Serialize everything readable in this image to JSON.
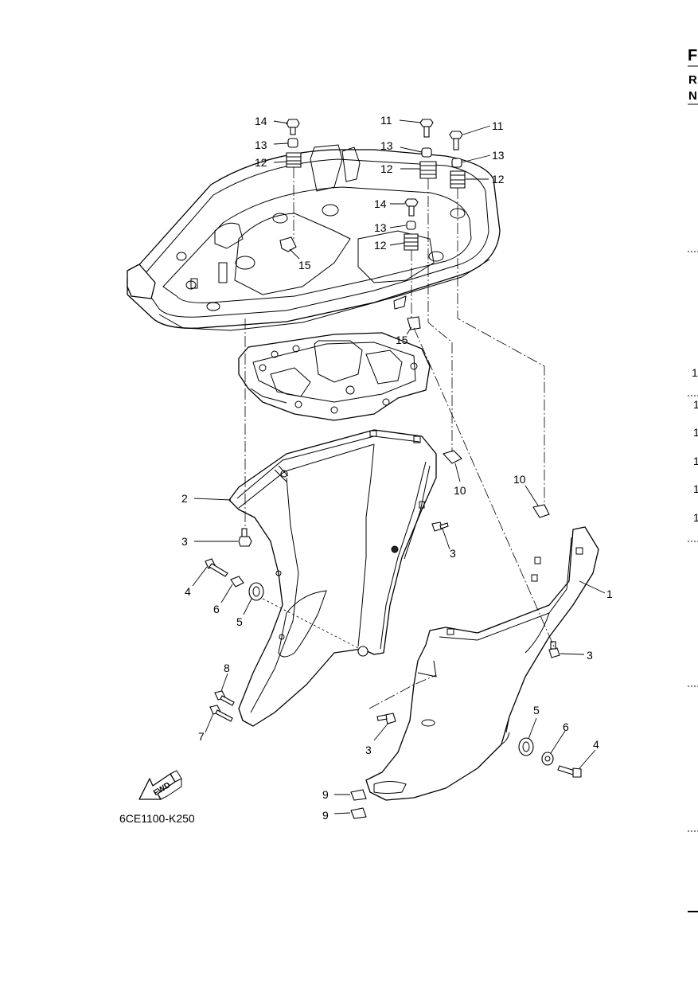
{
  "diagram_code": "6CE1100-K250",
  "fwd_label": "FWD",
  "edge_text": [
    "F",
    "R",
    "N"
  ],
  "edge_digits": [
    "1",
    "1",
    "1",
    "1",
    "1",
    "1"
  ],
  "callouts": {
    "c1": "1",
    "c2": "2",
    "c3a": "3",
    "c3b": "3",
    "c3c": "3",
    "c3d": "3",
    "c4a": "4",
    "c4b": "4",
    "c5a": "5",
    "c5b": "5",
    "c6a": "6",
    "c6b": "6",
    "c7": "7",
    "c8": "8",
    "c9a": "9",
    "c9b": "9",
    "c10a": "10",
    "c10b": "10",
    "c11a": "11",
    "c11b": "11",
    "c12a": "12",
    "c12b": "12",
    "c12c": "12",
    "c12d": "12",
    "c13a": "13",
    "c13b": "13",
    "c13c": "13",
    "c13d": "13",
    "c14a": "14",
    "c14b": "14",
    "c15a": "15",
    "c15b": "15"
  }
}
